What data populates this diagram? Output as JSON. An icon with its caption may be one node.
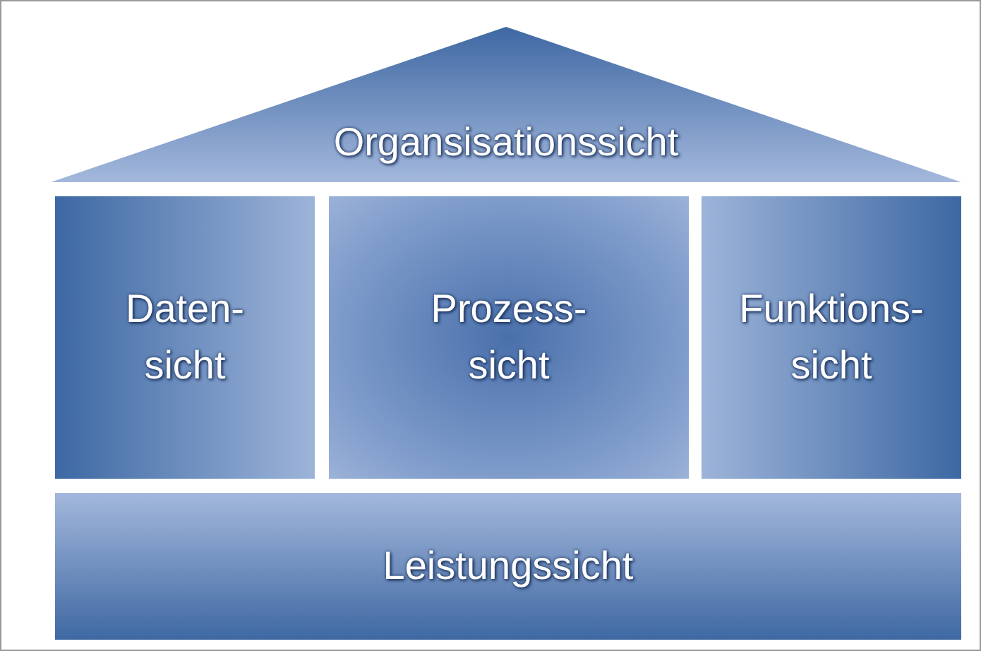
{
  "diagram": {
    "nodes": [
      {
        "text": [
          "Organsisationssicht"
        ]
      },
      {
        "text": [
          "Daten- sicht"
        ]
      },
      {
        "text": [
          "Prozess- sicht"
        ]
      },
      {
        "text": [
          "Funktions- sicht"
        ]
      },
      {
        "text": [
          "Leistungssicht"
        ]
      }
    ]
  }
}
